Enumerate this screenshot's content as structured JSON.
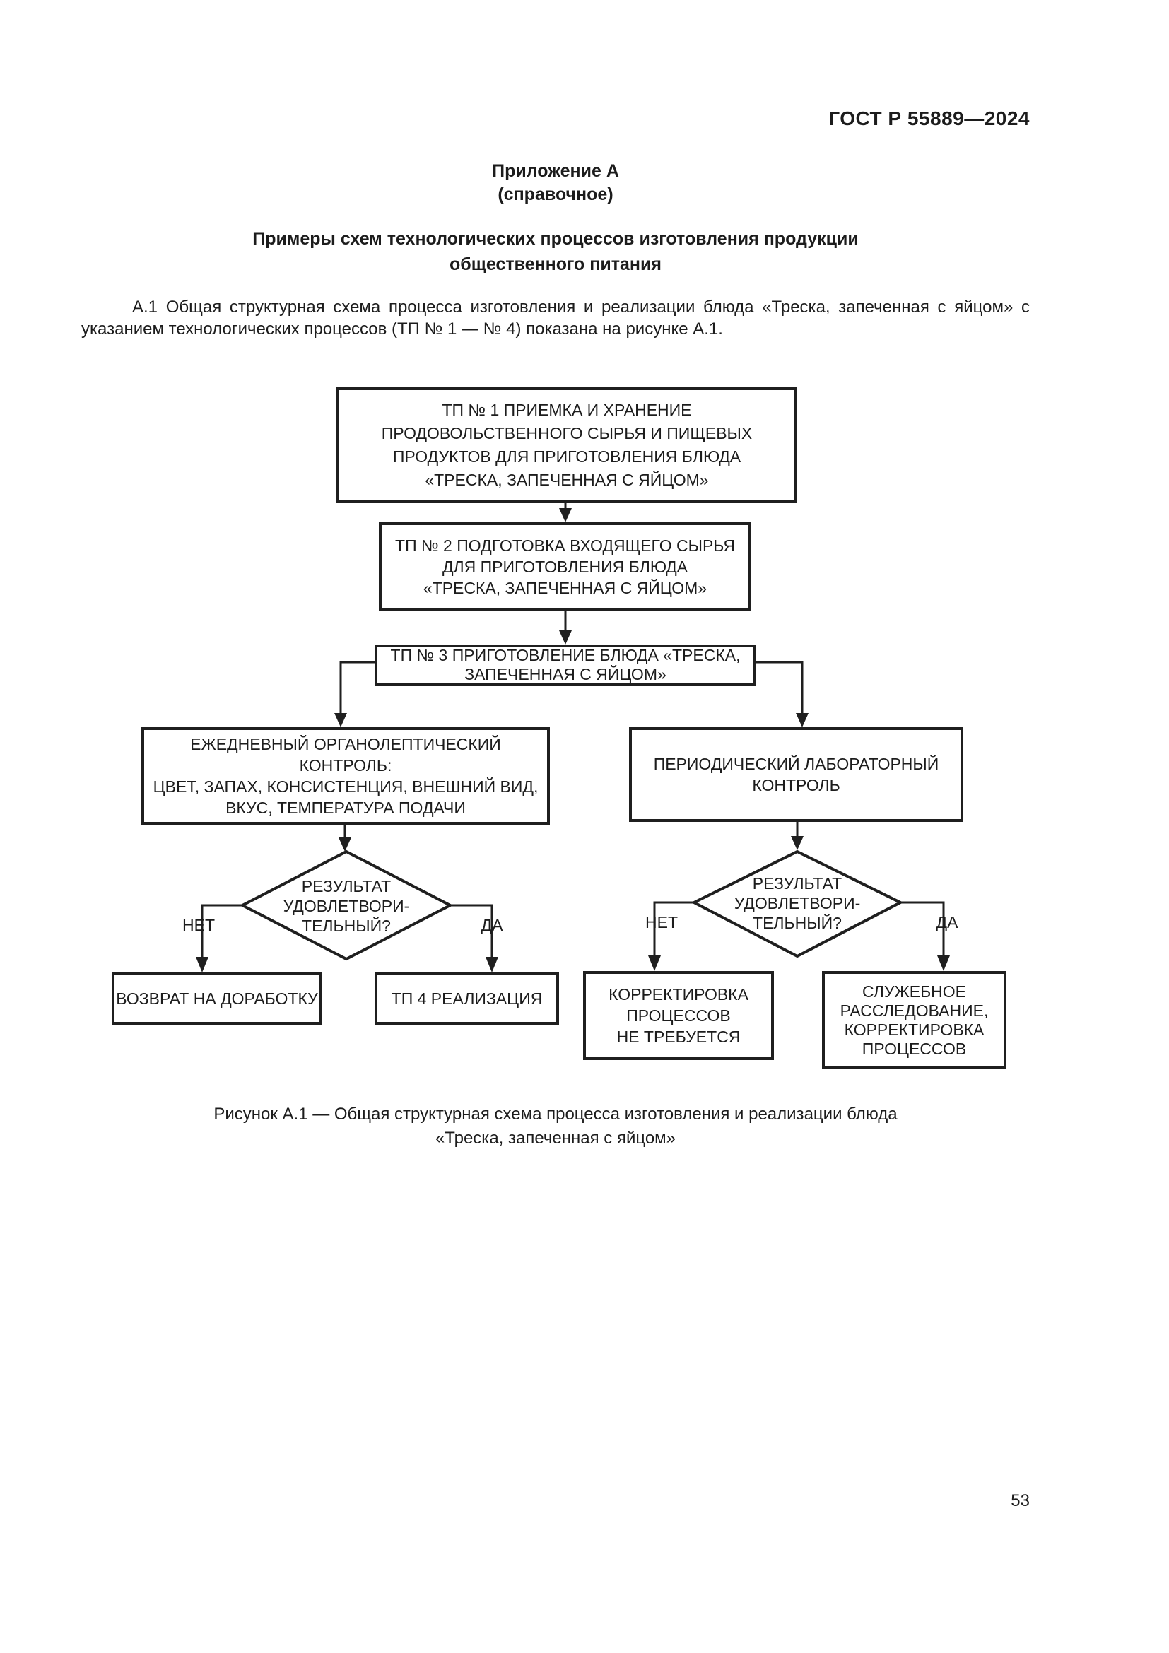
{
  "page": {
    "standard_ref": "ГОСТ Р 55889—2024",
    "page_number": "53"
  },
  "appendix": {
    "label": "Приложение А",
    "kind": "(справочное)",
    "title": "Примеры схем технологических процессов изготовления продукции\nобщественного питания",
    "paragraph": "А.1 Общая структурная схема процесса изготовления и реализации блюда «Треска, запеченная с яйцом» с указанием технологических процессов (ТП № 1 — № 4) показана на рисунке А.1."
  },
  "flowchart": {
    "nodes": {
      "tp1": {
        "label": "ТП № 1 ПРИЕМКА И ХРАНЕНИЕ\nПРОДОВОЛЬСТВЕННОГО СЫРЬЯ И ПИЩЕВЫХ\nПРОДУКТОВ ДЛЯ ПРИГОТОВЛЕНИЯ БЛЮДА\n«ТРЕСКА, ЗАПЕЧЕННАЯ С ЯЙЦОМ»"
      },
      "tp2": {
        "label": "ТП № 2 ПОДГОТОВКА ВХОДЯЩЕГО СЫРЬЯ\nДЛЯ ПРИГОТОВЛЕНИЯ БЛЮДА\n«ТРЕСКА, ЗАПЕЧЕННАЯ С ЯЙЦОМ»"
      },
      "tp3": {
        "label": "ТП № 3 ПРИГОТОВЛЕНИЕ БЛЮДА «ТРЕСКА,\nЗАПЕЧЕННАЯ С ЯЙЦОМ»"
      },
      "daily_control": {
        "label": "ЕЖЕДНЕВНЫЙ ОРГАНОЛЕПТИЧЕСКИЙ КОНТРОЛЬ:\nЦВЕТ, ЗАПАХ, КОНСИСТЕНЦИЯ, ВНЕШНИЙ ВИД,\nВКУС, ТЕМПЕРАТУРА ПОДАЧИ"
      },
      "lab_control": {
        "label": "ПЕРИОДИЧЕСКИЙ ЛАБОРАТОРНЫЙ\nКОНТРОЛЬ"
      },
      "decision_left": {
        "label": "РЕЗУЛЬТАТ\nУДОВЛЕТВОРИ-\nТЕЛЬНЫЙ?"
      },
      "decision_right": {
        "label": "РЕЗУЛЬТАТ\nУДОВЛЕТВОРИ-\nТЕЛЬНЫЙ?"
      },
      "rework": {
        "label": "ВОЗВРАТ НА ДОРАБОТКУ"
      },
      "tp4": {
        "label": "ТП 4 РЕАЛИЗАЦИЯ"
      },
      "no_correction": {
        "label": "КОРРЕКТИРОВКА\nПРОЦЕССОВ\nНЕ ТРЕБУЕТСЯ"
      },
      "investigation": {
        "label": "СЛУЖЕБНОЕ\nРАССЛЕДОВАНИЕ,\nКОРРЕКТИРОВКА\nПРОЦЕССОВ"
      }
    },
    "branch_labels": {
      "no": "НЕТ",
      "yes": "ДА"
    }
  },
  "figure_caption": "Рисунок А.1 — Общая структурная схема процесса изготовления и реализации блюда\n«Треска, запеченная с яйцом»",
  "colors": {
    "ink": "#1c1c1c",
    "paper": "#ffffff"
  }
}
